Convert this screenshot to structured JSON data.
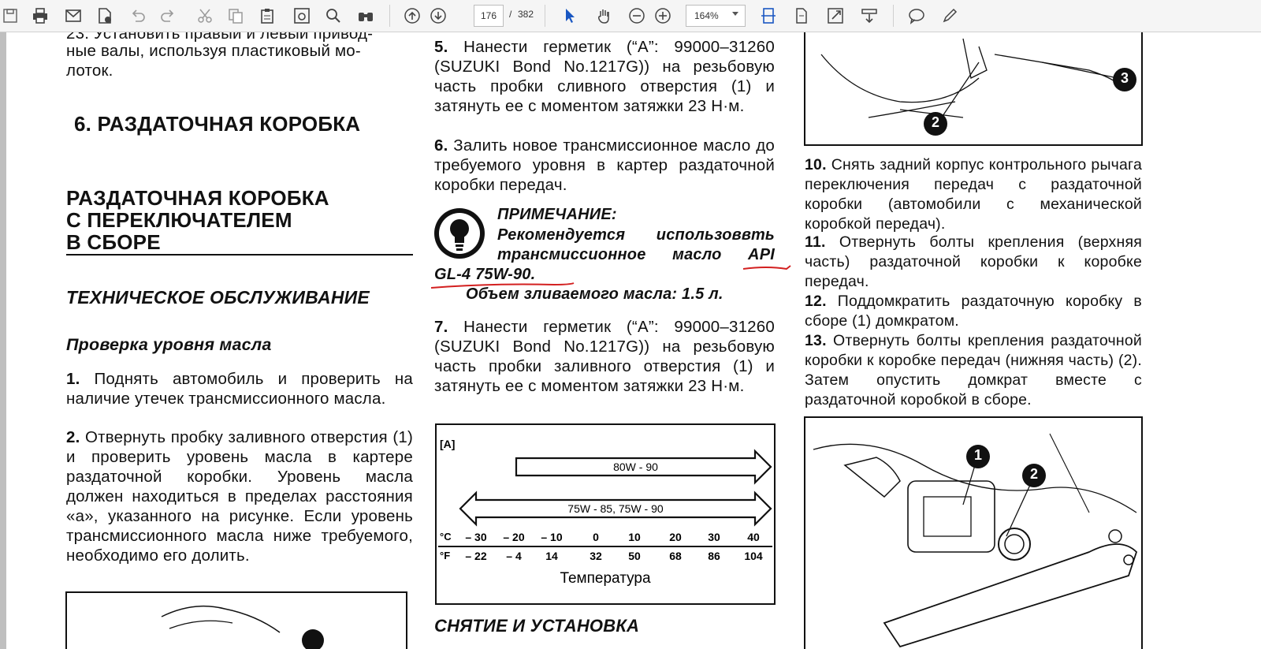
{
  "toolbar": {
    "page_current": "176",
    "page_sep": "/",
    "page_total": "382",
    "zoom": "164%"
  },
  "col1": {
    "frag1": "23. Установить правый и левый привод-",
    "frag2": "ные валы, используя пластиковый мо-",
    "frag3": "лоток.",
    "section": "6.  РАЗДАТОЧНАЯ КОРОБКА",
    "title1": "РАЗДАТОЧНАЯ КОРОБКА",
    "title2": "С ПЕРЕКЛЮЧАТЕЛЕМ",
    "title3": "В СБОРЕ",
    "subtitle": "ТЕХНИЧЕСКОЕ ОБСЛУЖИВАНИЕ",
    "subsub": "Проверка уровня масла",
    "s1_num": "1.",
    "s1": "Поднять автомобиль и проверить на наличие утечек трансмиссионного масла.",
    "s2_num": "2.",
    "s2": "Отвернуть пробку заливного отвер­стия (1) и проверить уровень масла в картере раздаточной коробки. Уровень масла должен находиться в пределах расстояния «а», указанного на рисунке. Если уровень трансмиссионного масла ниже требуемого, необходимо его до­лить."
  },
  "col2": {
    "s5_num": "5.",
    "s5": "Нанести герметик (“A”: 99000–31260 (SUZUKI Bond No.1217G)) на резьбо­вую часть пробки сливного отверстия (1) и затянуть ее с моментом затяжки 23 Н·м.",
    "s6_num": "6.",
    "s6": "Залить новое трансмиссионное масло до требуемого уровня в картер раздаточной коробки передач.",
    "note_title": "ПРИМЕЧАНИЕ:",
    "note_l1": "Рекомендуется использоввть",
    "note_l2": "трансмиссионное масло API",
    "note_l3": "GL-4 75W-90.",
    "note_vol": "Объем зливаемого масла: 1.5 л.",
    "s7_num": "7.",
    "s7": "Нанести герметик (“A”: 99000–31260 (SUZUKI Bond No.1217G)) на резьбо­вую часть пробки заливного отверстия (1) и затянуть ее с моментом затяжки 23 Н·м.",
    "section2": "СНЯТИЕ И УСТАНОВКА"
  },
  "temp_chart": {
    "label_a": "[A]",
    "arrow1": "80W - 90",
    "arrow2": "75W - 85, 75W - 90",
    "c_label": "°C",
    "f_label": "°F",
    "c_ticks": [
      "– 30",
      "– 20",
      "– 10",
      "0",
      "10",
      "20",
      "30",
      "40"
    ],
    "f_ticks": [
      "– 22",
      "– 4",
      "14",
      "32",
      "50",
      "68",
      "86",
      "104"
    ],
    "caption": "Температура"
  },
  "col3": {
    "callout3": "3",
    "callout2": "2",
    "s10_num": "10.",
    "s10": "Снять задний корпус контрольного рычага переключения передач с разда­точной коробки (автомобили с механи­ческой коробкой передач).",
    "s11_num": "11.",
    "s11": "Отвернуть болты крепления (вер­хняя часть) раздаточной коробки к ко­робке передач.",
    "s12_num": "12.",
    "s12": "Поддомкратить раздаточную ко­робку в сборе (1) домкратом.",
    "s13_num": "13.",
    "s13": "Отвернуть болты крепления разда­точной коробки к коробке передач (ниж­няя часть) (2). Затем опустить домкрат вместе с раздаточной коробкой в сборе.",
    "fig2_c1": "1",
    "fig2_c2": "2"
  }
}
